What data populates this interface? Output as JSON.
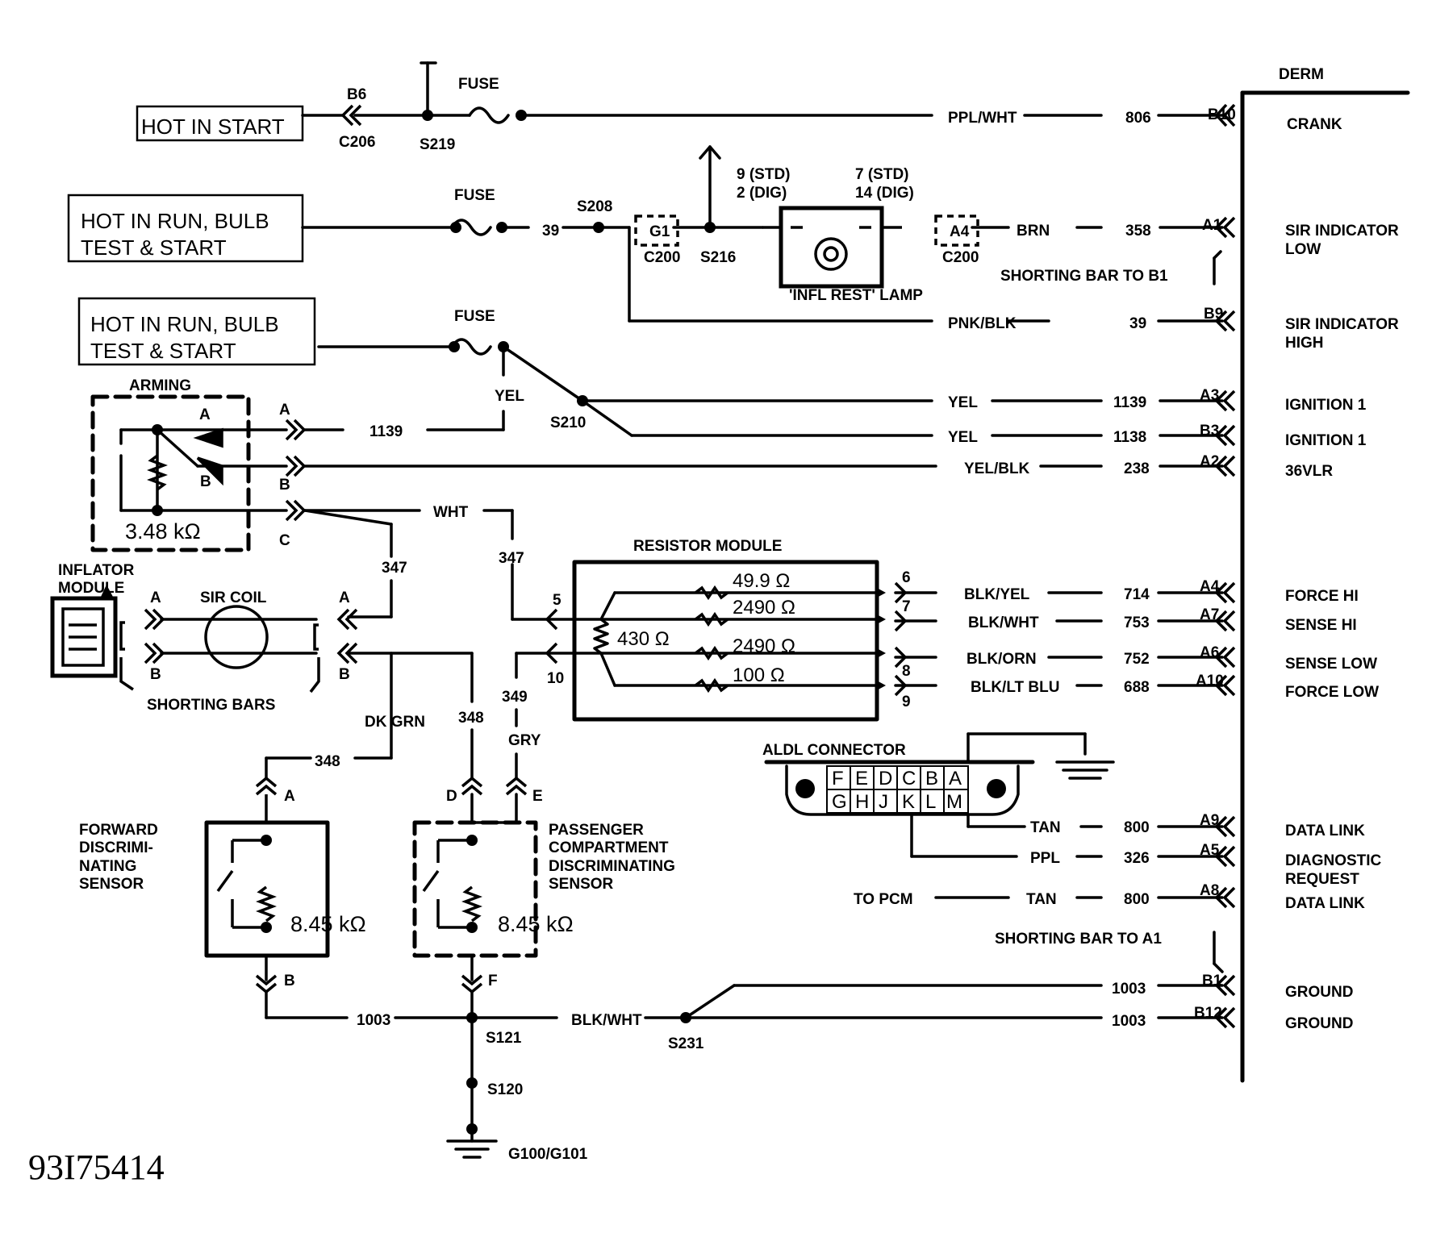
{
  "diagram": {
    "code": "93I75414",
    "derm_title": "DERM",
    "sources": [
      "HOT IN START",
      "HOT IN RUN, BULB",
      "TEST & START",
      "HOT IN RUN, BULB",
      "TEST & START"
    ],
    "fuse": "FUSE",
    "derm_pins": [
      "B10",
      "A1",
      "B9",
      "A3",
      "B3",
      "A2",
      "A4",
      "A7",
      "A6",
      "A10",
      "A9",
      "A5",
      "A8",
      "B1",
      "B12"
    ],
    "derm_labels": [
      "CRANK",
      "SIR INDICATOR",
      "LOW",
      "SIR INDICATOR",
      "HIGH",
      "IGNITION 1",
      "IGNITION 1",
      "36VLR",
      "FORCE HI",
      "SENSE HI",
      "SENSE LOW",
      "FORCE LOW",
      "DATA LINK",
      "DIAGNOSTIC",
      "REQUEST",
      "DATA LINK",
      "GROUND",
      "GROUND"
    ],
    "wire_colors": [
      "PPL/WHT",
      "BRN",
      "PNK/BLK",
      "YEL",
      "YEL",
      "YEL/BLK",
      "BLK/YEL",
      "BLK/WHT",
      "BLK/ORN",
      "BLK/LT BLU",
      "TAN",
      "PPL",
      "TAN",
      "YEL",
      "WHT",
      "DK GRN",
      "GRY",
      "BLK/WHT"
    ],
    "circuits": [
      "806",
      "358",
      "39",
      "1139",
      "1138",
      "238",
      "714",
      "753",
      "752",
      "688",
      "800",
      "326",
      "800",
      "1003",
      "1003",
      "39",
      "1139",
      "347",
      "347",
      "348",
      "348",
      "349",
      "1003"
    ],
    "splices": [
      "S219",
      "S208",
      "S216",
      "S210",
      "S121",
      "S120",
      "S231"
    ],
    "connectors": [
      "B6",
      "C206",
      "C200",
      "C200",
      "G1",
      "A4",
      "G100/G101"
    ],
    "lamp": {
      "label": "'INFL REST' LAMP",
      "pin_left_1": "9 (STD)",
      "pin_left_2": "2 (DIG)",
      "pin_right_1": "7 (STD)",
      "pin_right_2": "14 (DIG)"
    },
    "shorting_bar_b1": "SHORTING BAR TO B1",
    "shorting_bar_a1": "SHORTING BAR TO A1",
    "arming": {
      "title": "ARMING",
      "resistance": "3.48 kΩ",
      "pins": [
        "A",
        "A",
        "B",
        "B",
        "C"
      ]
    },
    "resistor_module": {
      "title": "RESISTOR MODULE",
      "resistors": [
        "49.9 Ω",
        "2490 Ω",
        "2490 Ω",
        "100 Ω",
        "430 Ω"
      ],
      "pins": [
        "5",
        "10",
        "6",
        "7",
        "8",
        "9"
      ]
    },
    "inflator": {
      "title_1": "INFLATOR",
      "title_2": "MODULE",
      "coil": "SIR COIL",
      "shorting_bars": "SHORTING BARS",
      "pins": [
        "A",
        "B",
        "A",
        "B"
      ]
    },
    "forward_sensor": {
      "lines": [
        "FORWARD",
        "DISCRIMI-",
        "NATING",
        "SENSOR"
      ],
      "resistance": "8.45 kΩ",
      "pins": [
        "A",
        "B"
      ]
    },
    "passenger_sensor": {
      "lines": [
        "PASSENGER",
        "COMPARTMENT",
        "DISCRIMINATING",
        "SENSOR"
      ],
      "resistance": "8.45 kΩ",
      "pins": [
        "D",
        "E",
        "F"
      ]
    },
    "aldl": {
      "title": "ALDL CONNECTOR",
      "top_row": [
        "F",
        "E",
        "D",
        "C",
        "B",
        "A"
      ],
      "bottom_row": [
        "G",
        "H",
        "J",
        "K",
        "L",
        "M"
      ]
    },
    "to_pcm": "TO PCM"
  }
}
